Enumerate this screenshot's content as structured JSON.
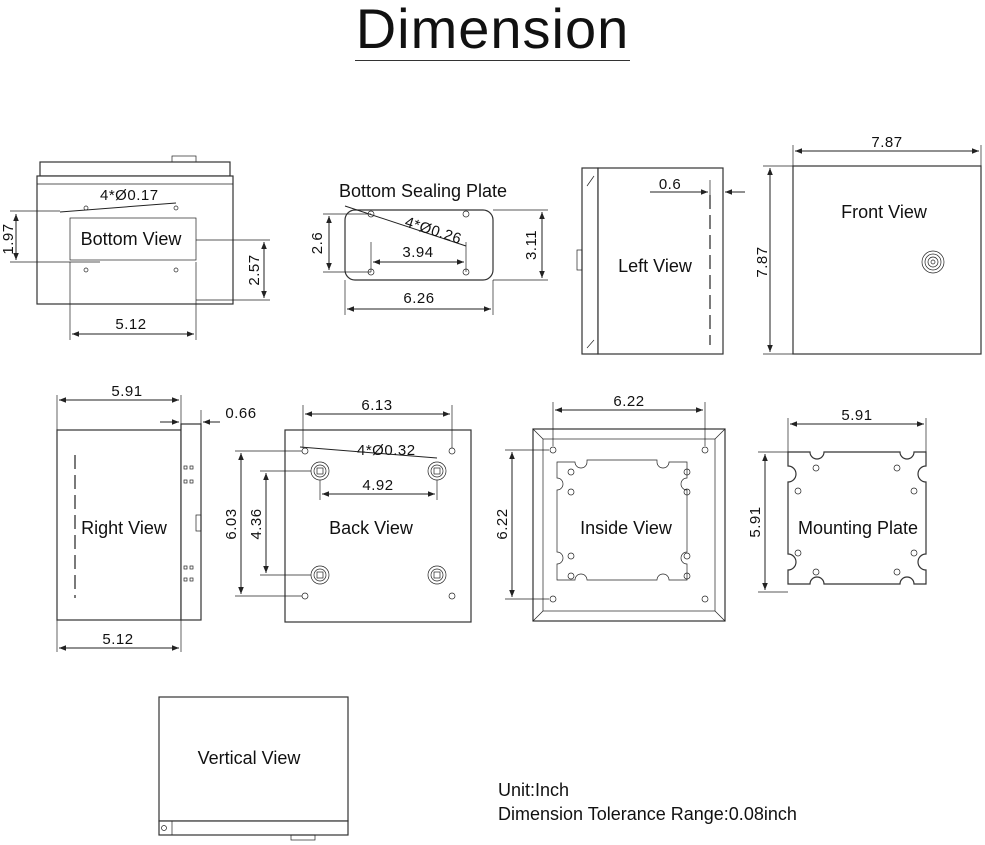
{
  "title": "Dimension",
  "views": {
    "bottom": "Bottom View",
    "sealing": "Bottom Sealing Plate",
    "left": "Left View",
    "front": "Front View",
    "right": "Right View",
    "back": "Back View",
    "inside": "Inside View",
    "mounting": "Mounting Plate",
    "vertical": "Vertical View"
  },
  "dims": {
    "bottom_holes": "4*Ø0.17",
    "bottom_197": "1.97",
    "bottom_257": "2.57",
    "bottom_512": "5.12",
    "seal_holes": "4*Ø0.26",
    "seal_26": "2.6",
    "seal_394": "3.94",
    "seal_311": "3.11",
    "seal_626": "6.26",
    "left_06": "0.6",
    "front_787w": "7.87",
    "front_787h": "7.87",
    "right_591": "5.91",
    "right_066": "0.66",
    "right_512": "5.12",
    "back_613": "6.13",
    "back_holes": "4*Ø0.32",
    "back_603": "6.03",
    "back_436": "4.36",
    "back_492": "4.92",
    "inside_622w": "6.22",
    "inside_622h": "6.22",
    "mount_591w": "5.91",
    "mount_591h": "5.91"
  },
  "notes": {
    "unit": "Unit:Inch",
    "tolerance": "Dimension Tolerance Range:0.08inch"
  }
}
